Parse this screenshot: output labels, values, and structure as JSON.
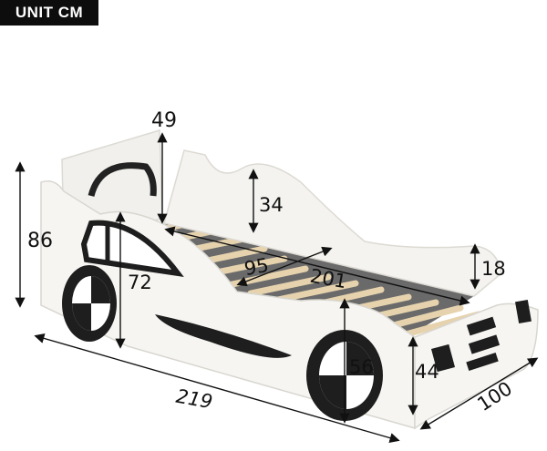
{
  "unit_badge": {
    "label": "UNIT CM",
    "bg": "#0d0d0d",
    "fg": "#ffffff"
  },
  "product": {
    "name": "race car bed",
    "colors": {
      "body": "#f4f3f0",
      "trim": "#1e1e1e",
      "slats": "#e6d3ae",
      "frame": "#5e5e5e"
    }
  },
  "dimensions": {
    "headboard_height": {
      "label": "49"
    },
    "guard_rail_height": {
      "label": "34"
    },
    "total_height": {
      "label": "86"
    },
    "front_side_height": {
      "label": "72"
    },
    "inner_width": {
      "label": "95"
    },
    "inner_length": {
      "label": "201"
    },
    "footboard_rail_height": {
      "label": "18"
    },
    "wheel_height": {
      "label": "56"
    },
    "footboard_height": {
      "label": "44"
    },
    "total_length": {
      "label": "219"
    },
    "total_width": {
      "label": "100"
    }
  }
}
